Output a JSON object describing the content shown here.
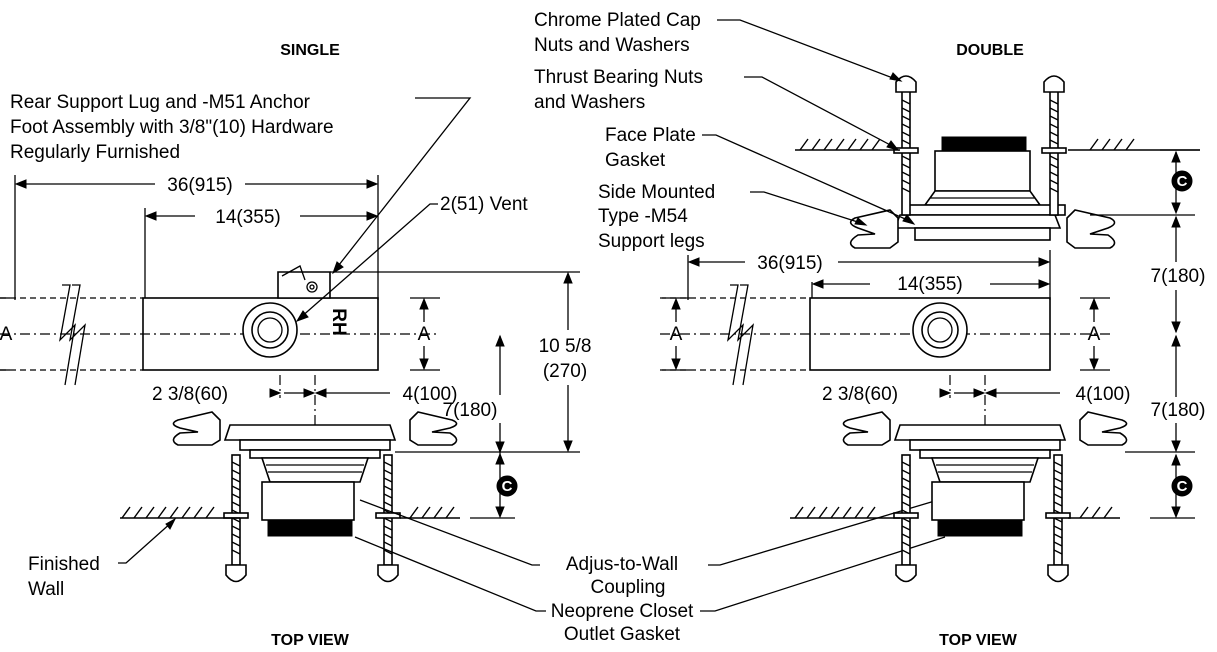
{
  "headings": {
    "single": "SINGLE",
    "double": "DOUBLE",
    "top_view_left": "TOP VIEW",
    "top_view_right": "TOP VIEW"
  },
  "callouts": {
    "rear_support_1": "Rear Support Lug and -M51 Anchor",
    "rear_support_2": "Foot Assembly with 3/8\"(10) Hardware",
    "rear_support_3": "Regularly Furnished",
    "vent": "2(51) Vent",
    "finished_wall_1": "Finished",
    "finished_wall_2": "Wall",
    "adjus_1": "Adjus-to-Wall",
    "adjus_2": "Coupling",
    "neoprene_1": "Neoprene Closet",
    "neoprene_2": "Outlet Gasket",
    "chrome_1": "Chrome Plated Cap",
    "chrome_2": "Nuts and Washers",
    "thrust_1": "Thrust Bearing Nuts",
    "thrust_2": "and Washers",
    "face_1": "Face Plate",
    "face_2": "Gasket",
    "side_1": "Side Mounted",
    "side_2": "Type -M54",
    "side_3": "Support legs",
    "rh": "RH"
  },
  "dimensions": {
    "single_overall": "36(915)",
    "single_outlet": "14(355)",
    "single_a_left": "A",
    "single_a_right": "A",
    "single_offset_left": "2 3/8(60)",
    "single_offset_right": "4(100)",
    "single_depth_1": "10 5/8",
    "single_depth_2": "(270)",
    "single_center": "7(180)",
    "double_overall": "36(915)",
    "double_outlet": "14(355)",
    "double_a_left": "A",
    "double_a_right": "A",
    "double_offset_left": "2 3/8(60)",
    "double_offset_right": "4(100)",
    "double_center_top": "7(180)",
    "double_center_bottom": "7(180)",
    "centerline_symbol": "C"
  }
}
